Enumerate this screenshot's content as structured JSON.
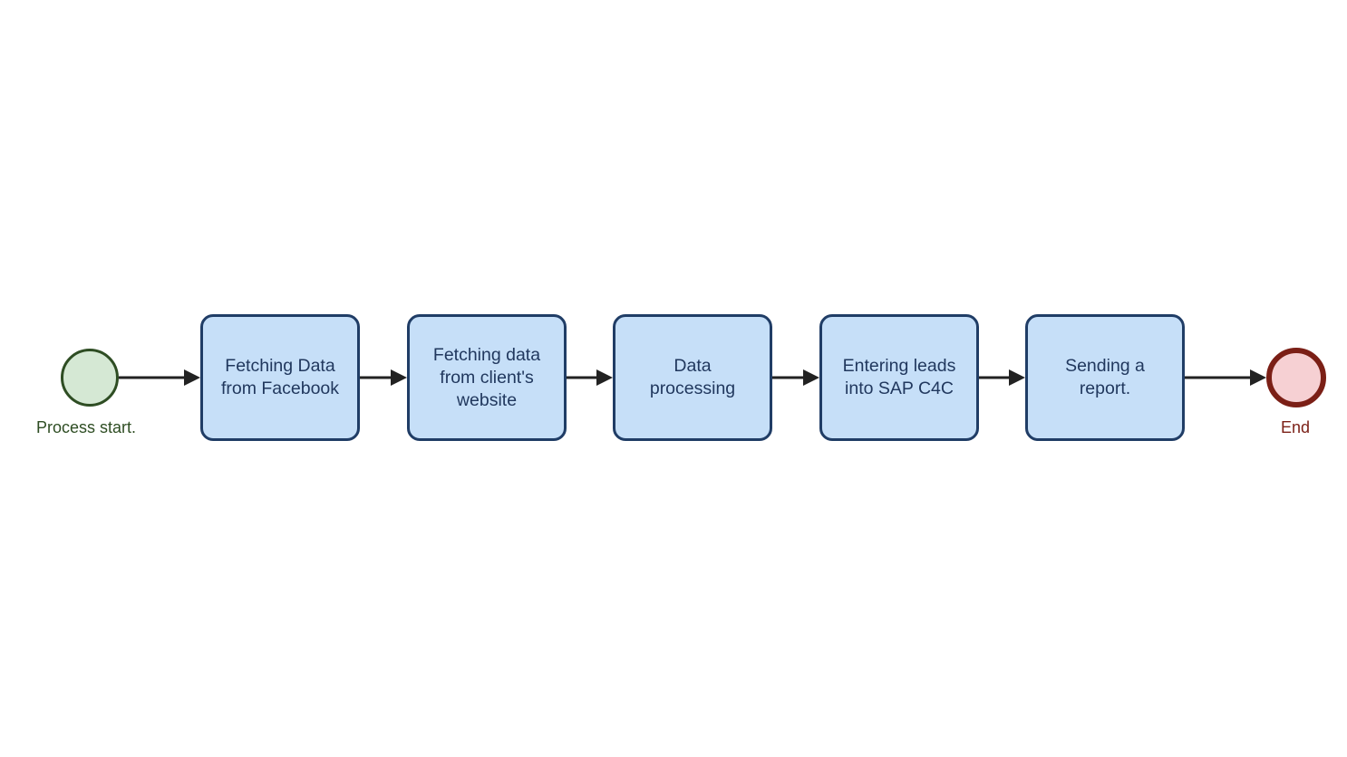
{
  "diagram": {
    "start_event": {
      "label": "Process start.",
      "fill": "#d5e8d4",
      "stroke": "#2e4d23"
    },
    "end_event": {
      "label": "End",
      "fill": "#f6d0d3",
      "stroke": "#7b1f16"
    },
    "tasks": [
      {
        "label": "Fetching Data\nfrom Facebook"
      },
      {
        "label": "Fetching data\nfrom client's\nwebsite"
      },
      {
        "label": "Data\nprocessing"
      },
      {
        "label": "Entering leads\ninto SAP C4C"
      },
      {
        "label": "Sending a\nreport."
      }
    ],
    "colors": {
      "task_fill": "#c6dff8",
      "task_stroke": "#203d66",
      "connector": "#222222"
    }
  }
}
